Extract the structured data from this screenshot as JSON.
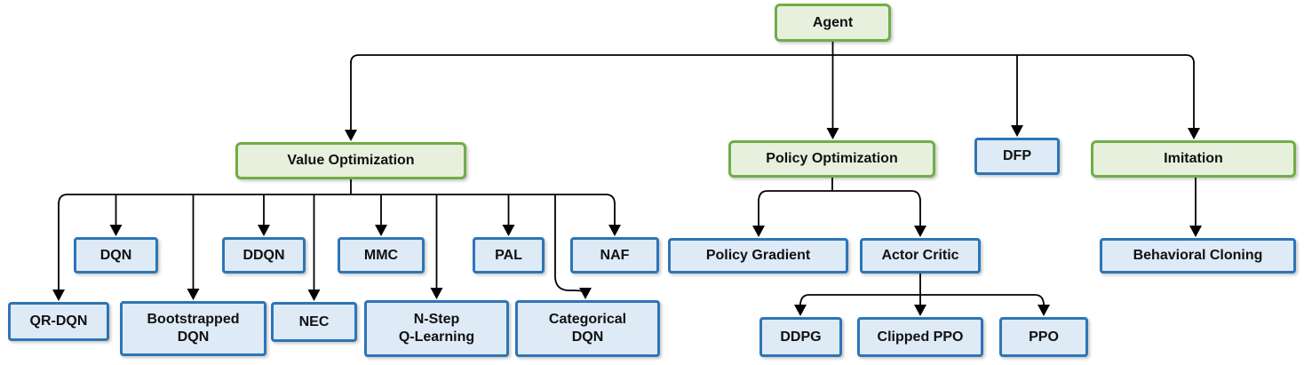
{
  "diagram": {
    "description": "Reinforcement learning agent algorithm taxonomy tree",
    "colors": {
      "category_fill": "#e7f0dd",
      "category_border": "#70ad47",
      "algorithm_fill": "#deeaf6",
      "algorithm_border": "#2e75b6",
      "connector": "#000000",
      "text": "#111111",
      "background": "#ffffff"
    },
    "nodes": {
      "agent": {
        "label": "Agent",
        "type": "category"
      },
      "value_optimization": {
        "label": "Value Optimization",
        "type": "category"
      },
      "policy_optimization": {
        "label": "Policy Optimization",
        "type": "category"
      },
      "dfp": {
        "label": "DFP",
        "type": "algorithm"
      },
      "imitation": {
        "label": "Imitation",
        "type": "category"
      },
      "dqn": {
        "label": "DQN",
        "type": "algorithm"
      },
      "ddqn": {
        "label": "DDQN",
        "type": "algorithm"
      },
      "mmc": {
        "label": "MMC",
        "type": "algorithm"
      },
      "pal": {
        "label": "PAL",
        "type": "algorithm"
      },
      "naf": {
        "label": "NAF",
        "type": "algorithm"
      },
      "qr_dqn": {
        "label": "QR-DQN",
        "type": "algorithm"
      },
      "bootstrapped_dqn": {
        "label": "Bootstrapped\nDQN",
        "type": "algorithm"
      },
      "nec": {
        "label": "NEC",
        "type": "algorithm"
      },
      "n_step_q_learning": {
        "label": "N-Step\nQ-Learning",
        "type": "algorithm"
      },
      "categorical_dqn": {
        "label": "Categorical\nDQN",
        "type": "algorithm"
      },
      "policy_gradient": {
        "label": "Policy Gradient",
        "type": "algorithm"
      },
      "actor_critic": {
        "label": "Actor Critic",
        "type": "algorithm"
      },
      "behavioral_cloning": {
        "label": "Behavioral Cloning",
        "type": "algorithm"
      },
      "ddpg": {
        "label": "DDPG",
        "type": "algorithm"
      },
      "clipped_ppo": {
        "label": "Clipped PPO",
        "type": "algorithm"
      },
      "ppo": {
        "label": "PPO",
        "type": "algorithm"
      }
    },
    "edges": [
      {
        "from": "agent",
        "to": "value_optimization"
      },
      {
        "from": "agent",
        "to": "policy_optimization"
      },
      {
        "from": "agent",
        "to": "dfp"
      },
      {
        "from": "agent",
        "to": "imitation"
      },
      {
        "from": "value_optimization",
        "to": "qr_dqn"
      },
      {
        "from": "value_optimization",
        "to": "dqn"
      },
      {
        "from": "value_optimization",
        "to": "bootstrapped_dqn"
      },
      {
        "from": "value_optimization",
        "to": "ddqn"
      },
      {
        "from": "value_optimization",
        "to": "nec"
      },
      {
        "from": "value_optimization",
        "to": "mmc"
      },
      {
        "from": "value_optimization",
        "to": "n_step_q_learning"
      },
      {
        "from": "value_optimization",
        "to": "pal"
      },
      {
        "from": "value_optimization",
        "to": "categorical_dqn"
      },
      {
        "from": "value_optimization",
        "to": "naf"
      },
      {
        "from": "policy_optimization",
        "to": "policy_gradient"
      },
      {
        "from": "policy_optimization",
        "to": "actor_critic"
      },
      {
        "from": "actor_critic",
        "to": "ddpg"
      },
      {
        "from": "actor_critic",
        "to": "clipped_ppo"
      },
      {
        "from": "actor_critic",
        "to": "ppo"
      },
      {
        "from": "imitation",
        "to": "behavioral_cloning"
      }
    ]
  }
}
